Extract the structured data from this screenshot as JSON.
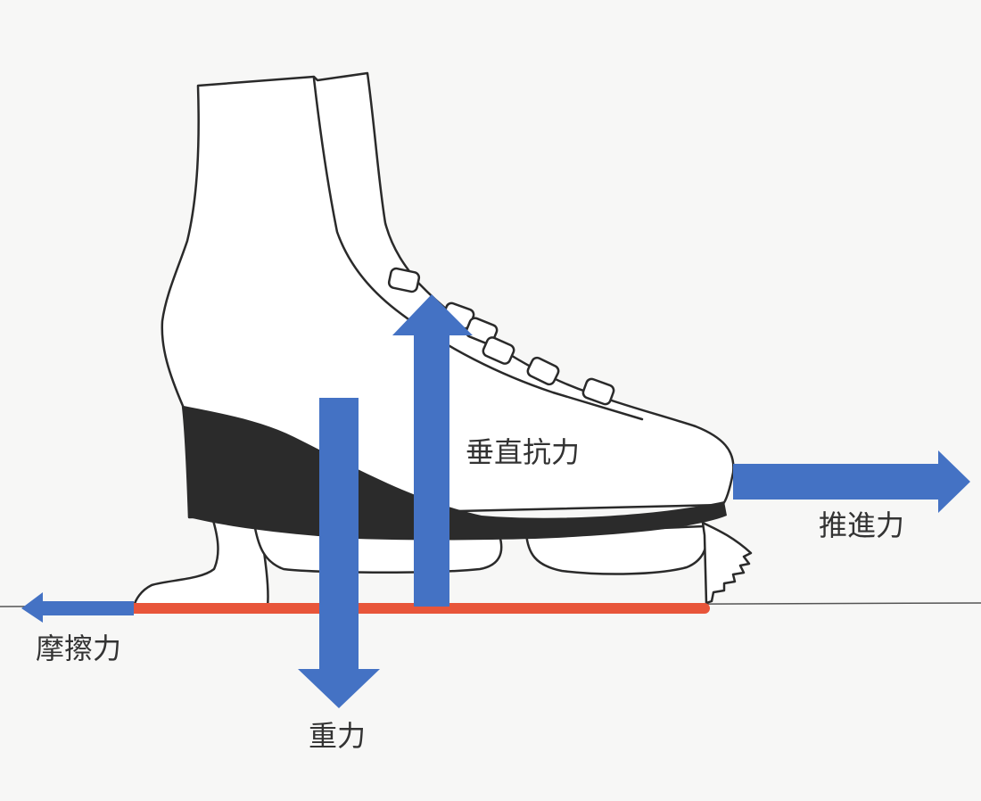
{
  "colors": {
    "background": "#f7f7f6",
    "force_arrow": "#4472c4",
    "blade_contact": "#e8553a",
    "sole": "#2b2b2b",
    "outline": "#2a2a2a"
  },
  "forces": {
    "normal": {
      "label": "垂直抗力",
      "direction": "up"
    },
    "propulsion": {
      "label": "推進力",
      "direction": "right"
    },
    "friction": {
      "label": "摩擦力",
      "direction": "left"
    },
    "gravity": {
      "label": "重力",
      "direction": "down"
    }
  },
  "icons": {
    "skate": "figure-skate-boot-icon"
  }
}
